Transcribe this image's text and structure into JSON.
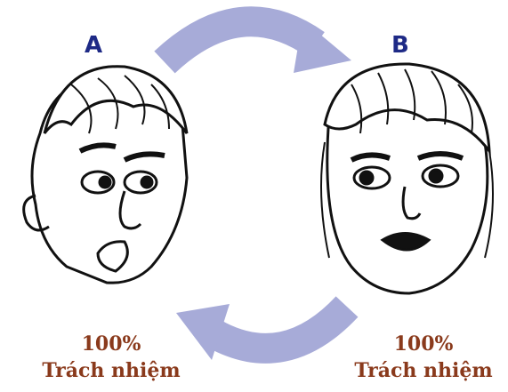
{
  "persons": [
    {
      "label": "A",
      "percent": "100%",
      "caption": "Trách nhiệm"
    },
    {
      "label": "B",
      "percent": "100%",
      "caption": "Trách nhiệm"
    }
  ],
  "colors": {
    "arrow": "#a7abd8",
    "label": "#1e2a86",
    "caption": "#8a3a1c"
  }
}
